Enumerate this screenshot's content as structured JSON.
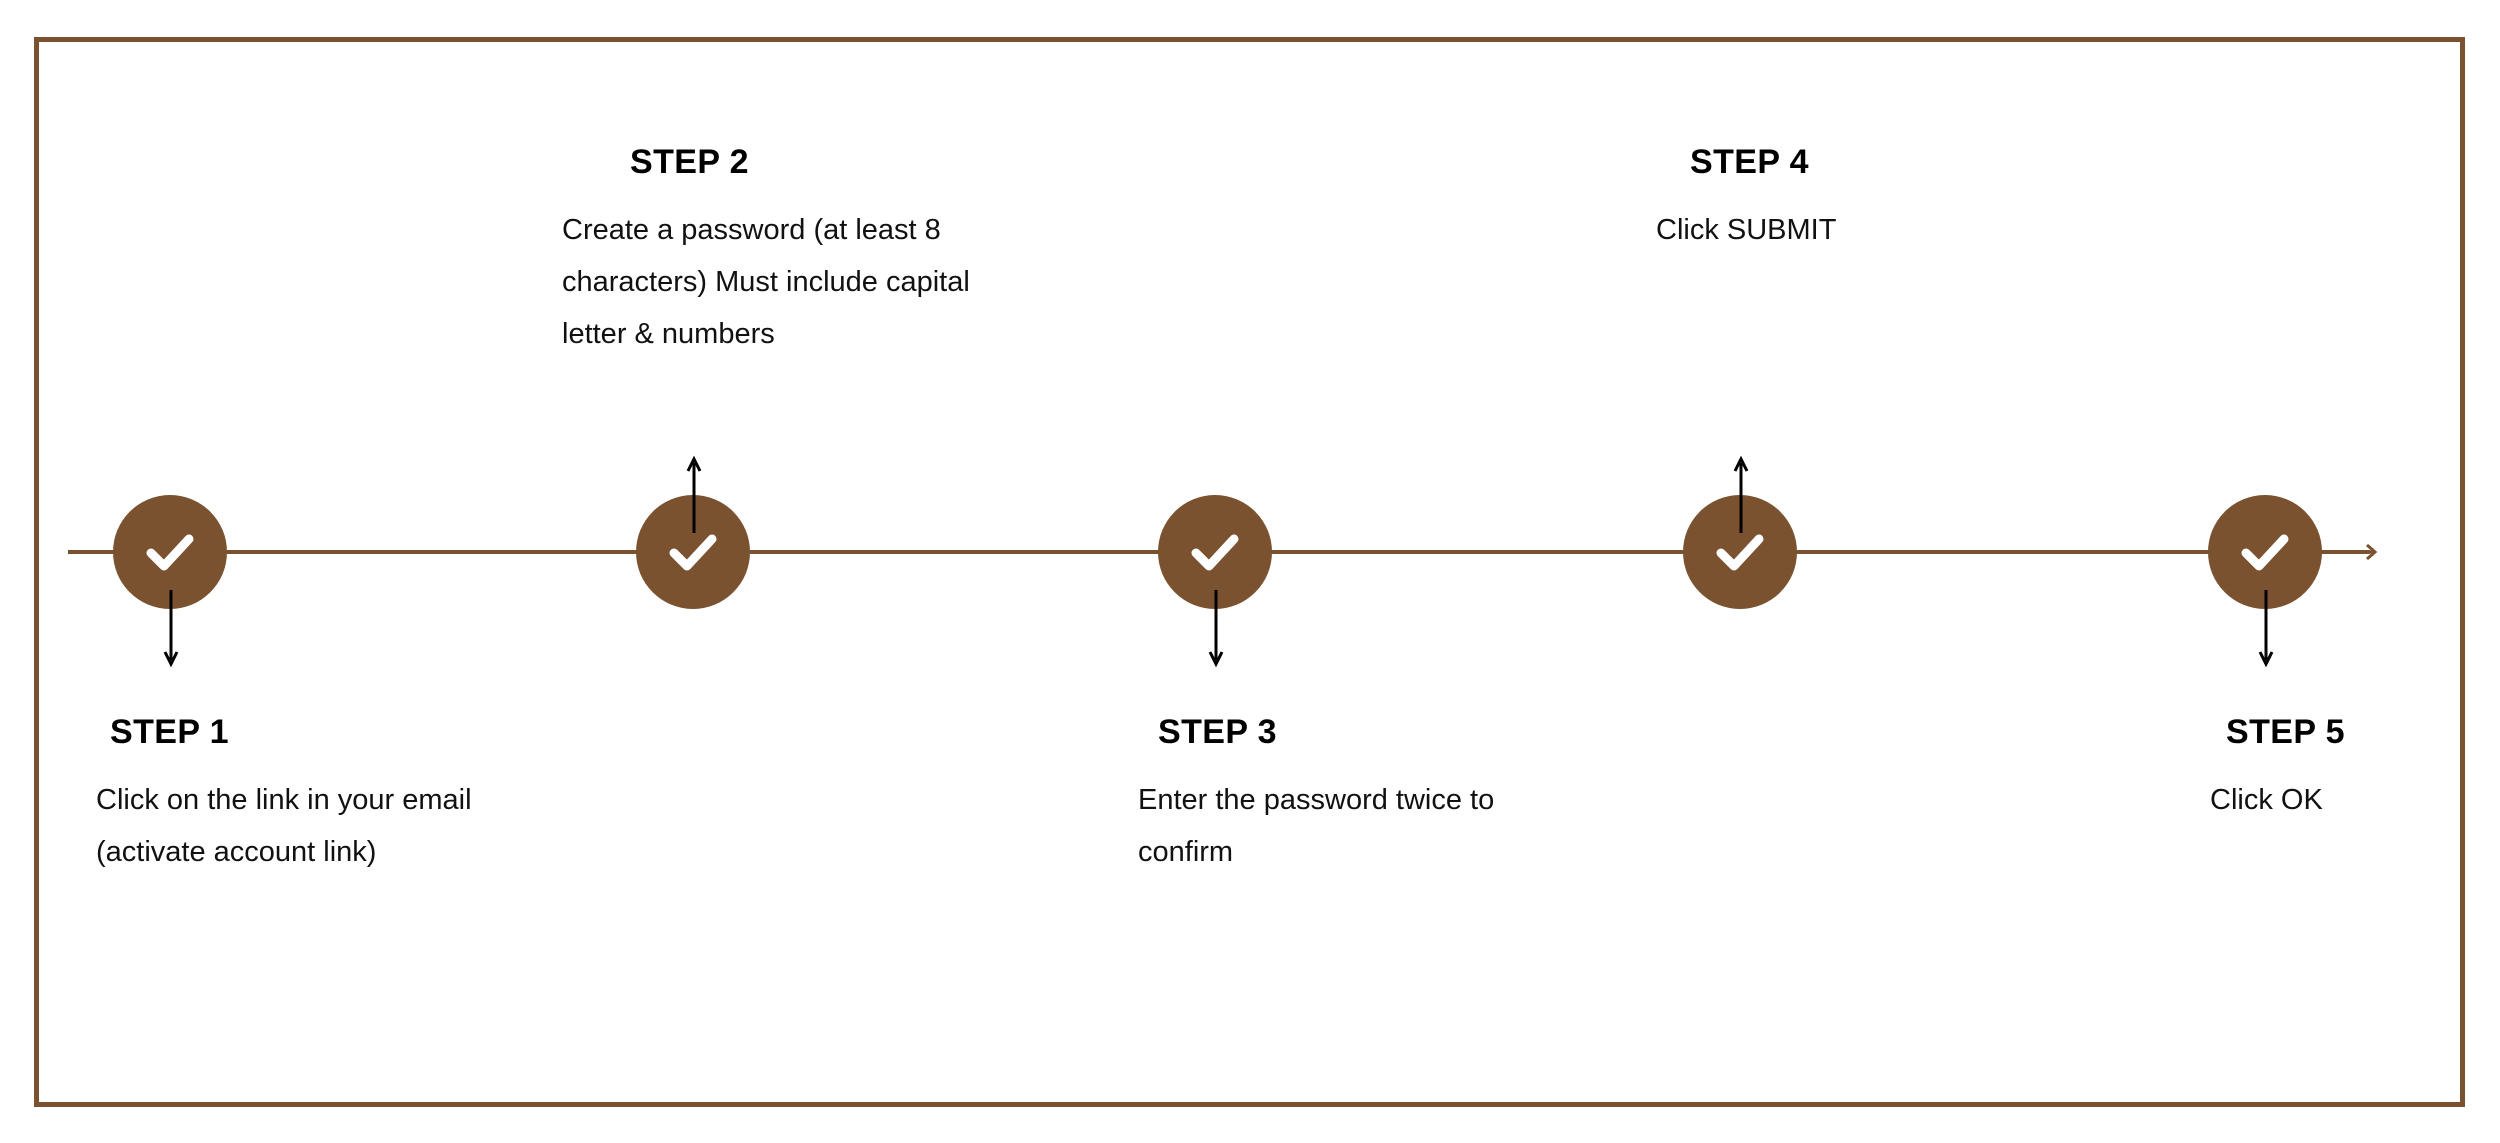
{
  "theme": {
    "brand_brown": "#7a5230",
    "axis_color": "#7a5230",
    "connector_color": "#000000",
    "check_color": "#ffffff",
    "background": "#ffffff",
    "text_color": "#000000"
  },
  "diagram": {
    "type": "horizontal-timeline",
    "node_count": 5,
    "node_icon": "check-icon",
    "axis_end_icon": "arrow-right-icon"
  },
  "steps": [
    {
      "id": "step-1",
      "title": "STEP 1",
      "description": "Click on the link in your email (activate account link)",
      "placement": "below",
      "connector_icon": "arrow-down-icon",
      "node_icon": "check-icon"
    },
    {
      "id": "step-2",
      "title": "STEP 2",
      "description": "Create a password (at least 8 characters) Must include capital letter & numbers",
      "placement": "above",
      "connector_icon": "arrow-up-icon",
      "node_icon": "check-icon"
    },
    {
      "id": "step-3",
      "title": "STEP 3",
      "description": "Enter the password twice to confirm",
      "placement": "below",
      "connector_icon": "arrow-down-icon",
      "node_icon": "check-icon"
    },
    {
      "id": "step-4",
      "title": "STEP 4",
      "description": "Click SUBMIT",
      "placement": "above",
      "connector_icon": "arrow-up-icon",
      "node_icon": "check-icon"
    },
    {
      "id": "step-5",
      "title": "STEP 5",
      "description": "Click OK",
      "placement": "below",
      "connector_icon": "arrow-down-icon",
      "node_icon": "check-icon"
    }
  ]
}
